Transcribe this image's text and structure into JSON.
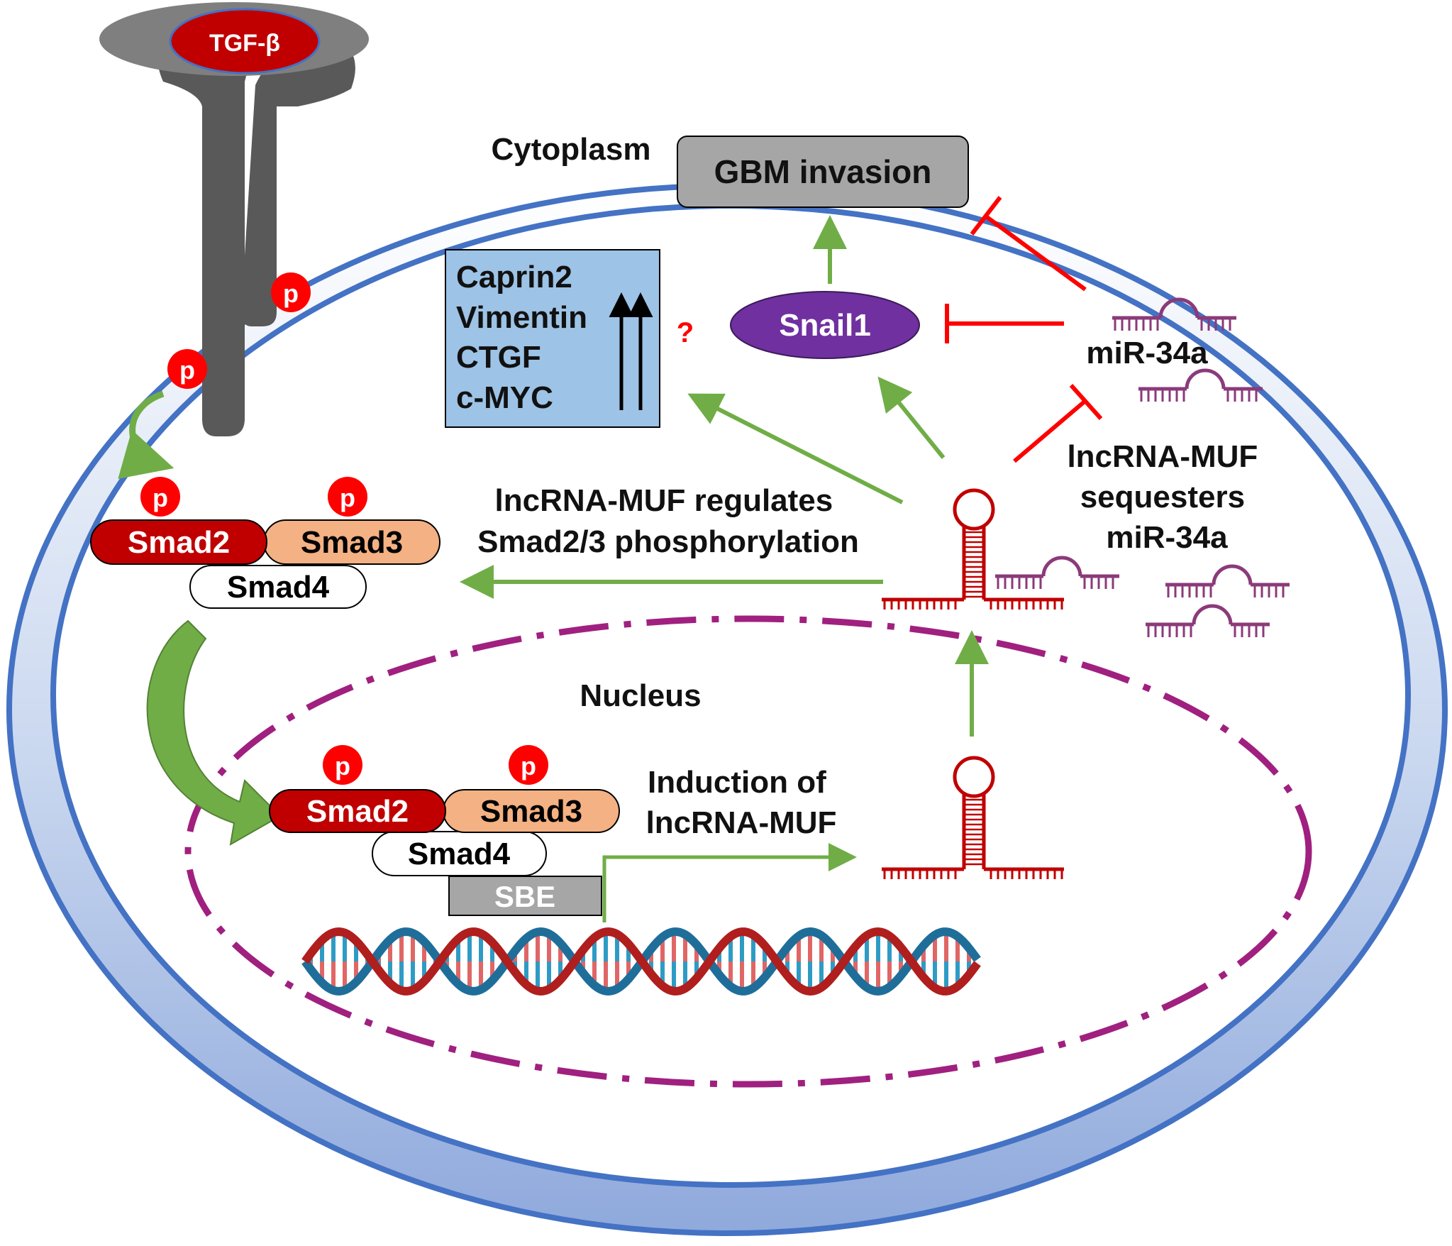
{
  "ligand": {
    "label": "TGF-β"
  },
  "phospho": {
    "label": "p"
  },
  "compartments": {
    "cytoplasm": "Cytoplasm",
    "nucleus": "Nucleus"
  },
  "outcome": {
    "label": "GBM invasion"
  },
  "targets": {
    "genes": [
      "Caprin2",
      "Vimentin",
      "CTGF",
      "c-MYC"
    ],
    "unknown_mark": "?"
  },
  "snail": {
    "label": "Snail1"
  },
  "mirna": {
    "label": "miR-34a"
  },
  "smad_cytoplasm": {
    "smad2": "Smad2",
    "smad3": "Smad3",
    "smad4": "Smad4"
  },
  "smad_nucleus": {
    "smad2": "Smad2",
    "smad3": "Smad3",
    "smad4": "Smad4",
    "sbe": "SBE"
  },
  "annotations": {
    "regulates": [
      "lncRNA-MUF regulates",
      "Smad2/3 phosphorylation"
    ],
    "sequesters": [
      "lncRNA-MUF",
      "sequesters",
      "miR-34a"
    ],
    "induction": [
      "Induction of",
      "lncRNA-MUF"
    ]
  },
  "colors": {
    "activation_arrow": "#70AD47",
    "inhibition": "#FF0000",
    "smad2": "#C00000",
    "smad3": "#F4B183",
    "snail": "#7030A0",
    "mirna": "#8B3A7A",
    "lncrna": "#C00000",
    "membrane": "#4472C4",
    "nucleus_border": "#A0207F",
    "receptor": "#595959",
    "gene_box": "#9DC3E6"
  }
}
